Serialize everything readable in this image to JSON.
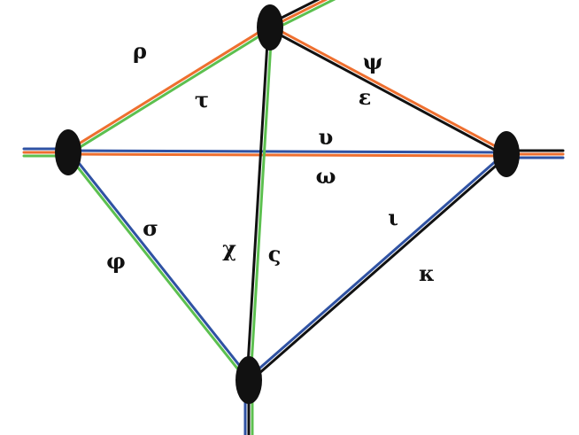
{
  "colors": {
    "green": "#5cc04f",
    "orange": "#ee6f2f",
    "blue": "#2f52a3",
    "black": "#111111",
    "node": "#111111",
    "background": "#ffffff"
  },
  "nodes": [
    {
      "id": "top",
      "name": "node-top"
    },
    {
      "id": "left",
      "name": "node-left"
    },
    {
      "id": "right",
      "name": "node-right"
    },
    {
      "id": "bottom",
      "name": "node-bottom"
    }
  ],
  "edges": [
    {
      "id": "top-right",
      "colors": [
        "black",
        "orange"
      ]
    },
    {
      "id": "left-top",
      "colors": [
        "green",
        "orange"
      ]
    },
    {
      "id": "left-right",
      "colors": [
        "orange",
        "blue"
      ]
    },
    {
      "id": "left-bottom",
      "colors": [
        "green",
        "blue"
      ]
    },
    {
      "id": "top-bottom",
      "colors": [
        "green",
        "black"
      ]
    },
    {
      "id": "right-bottom",
      "colors": [
        "black",
        "blue"
      ]
    }
  ],
  "labels": {
    "rho": "ρ",
    "tau": "τ",
    "psi": "ψ",
    "epsilon": "ε",
    "upsilon": "υ",
    "omega": "ω",
    "sigma": "σ",
    "phi": "φ",
    "chi": "χ",
    "final_sigma": "ς",
    "iota": "ι",
    "kappa": "κ"
  }
}
